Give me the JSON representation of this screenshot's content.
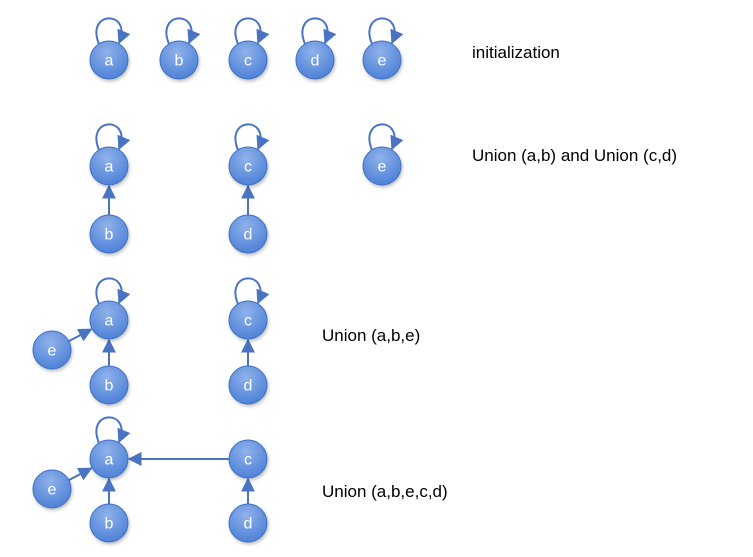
{
  "colors": {
    "node_fill_top": "#8fb2ea",
    "node_fill_bottom": "#4a7ed6",
    "node_stroke": "#3f6fc4",
    "edge": "#4a74c2"
  },
  "steps": [
    {
      "caption": "initialization",
      "nodes": [
        {
          "id": "a",
          "label": "a",
          "self_loop": true
        },
        {
          "id": "b",
          "label": "b",
          "self_loop": true
        },
        {
          "id": "c",
          "label": "c",
          "self_loop": true
        },
        {
          "id": "d",
          "label": "d",
          "self_loop": true
        },
        {
          "id": "e",
          "label": "e",
          "self_loop": true
        }
      ],
      "edges": []
    },
    {
      "caption": "Union (a,b) and Union (c,d)",
      "nodes": [
        {
          "id": "a",
          "label": "a",
          "self_loop": true
        },
        {
          "id": "c",
          "label": "c",
          "self_loop": true
        },
        {
          "id": "e",
          "label": "e",
          "self_loop": true
        },
        {
          "id": "b",
          "label": "b",
          "self_loop": false
        },
        {
          "id": "d",
          "label": "d",
          "self_loop": false
        }
      ],
      "edges": [
        {
          "from": "b",
          "to": "a"
        },
        {
          "from": "d",
          "to": "c"
        }
      ]
    },
    {
      "caption": "Union (a,b,e)",
      "nodes": [
        {
          "id": "a",
          "label": "a",
          "self_loop": true
        },
        {
          "id": "c",
          "label": "c",
          "self_loop": true
        },
        {
          "id": "e",
          "label": "e",
          "self_loop": false
        },
        {
          "id": "b",
          "label": "b",
          "self_loop": false
        },
        {
          "id": "d",
          "label": "d",
          "self_loop": false
        }
      ],
      "edges": [
        {
          "from": "b",
          "to": "a"
        },
        {
          "from": "e",
          "to": "a"
        },
        {
          "from": "d",
          "to": "c"
        }
      ]
    },
    {
      "caption": "Union (a,b,e,c,d)",
      "nodes": [
        {
          "id": "a",
          "label": "a",
          "self_loop": true
        },
        {
          "id": "c",
          "label": "c",
          "self_loop": false
        },
        {
          "id": "e",
          "label": "e",
          "self_loop": false
        },
        {
          "id": "b",
          "label": "b",
          "self_loop": false
        },
        {
          "id": "d",
          "label": "d",
          "self_loop": false
        }
      ],
      "edges": [
        {
          "from": "b",
          "to": "a"
        },
        {
          "from": "e",
          "to": "a"
        },
        {
          "from": "d",
          "to": "c"
        },
        {
          "from": "c",
          "to": "a"
        }
      ]
    }
  ]
}
